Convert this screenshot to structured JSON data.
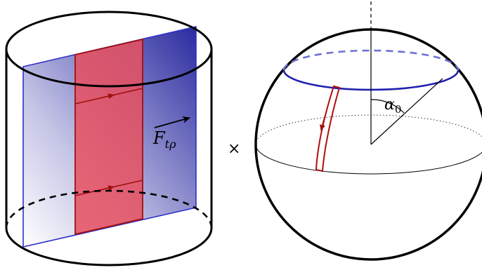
{
  "labels": {
    "force_main": "F",
    "force_subscript": "tρ",
    "times_symbol": "×",
    "angle_main": "α",
    "angle_subscript": "0"
  },
  "colors": {
    "outline": "#000000",
    "blue_strip": "#2a2aa0",
    "blue_edge": "#3030c8",
    "red_strip": "#e8505f",
    "red_edge": "#a01010",
    "latitude_circle": "#2020b0",
    "latitude_dashed": "#7070d8",
    "loop": "#b01010",
    "background": "#ffffff"
  }
}
